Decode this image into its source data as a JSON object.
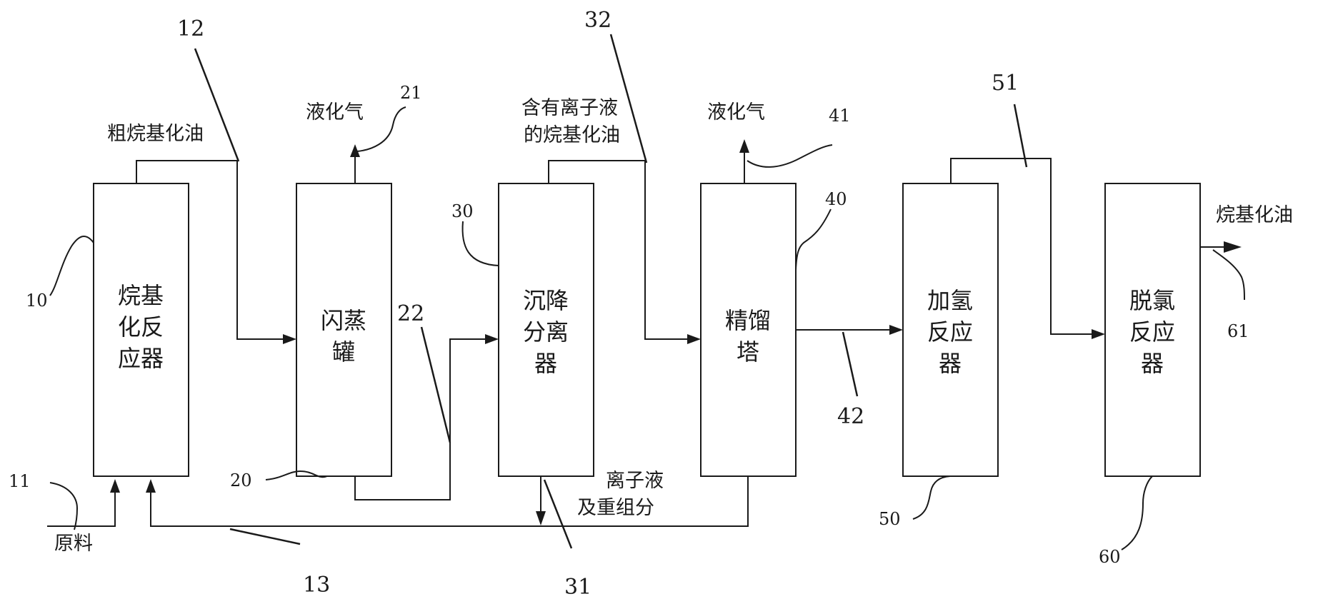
{
  "units": [
    {
      "id": "10",
      "name_lines": [
        "烷基",
        "化反",
        "应器"
      ]
    },
    {
      "id": "20",
      "name_lines": [
        "闪蒸",
        "罐"
      ]
    },
    {
      "id": "30",
      "name_lines": [
        "沉降",
        "分离",
        "器"
      ]
    },
    {
      "id": "40",
      "name_lines": [
        "精馏",
        "塔"
      ]
    },
    {
      "id": "50",
      "name_lines": [
        "加氢",
        "反应",
        "器"
      ]
    },
    {
      "id": "60",
      "name_lines": [
        "脱氯",
        "反应",
        "器"
      ]
    }
  ],
  "streams": {
    "s11": {
      "number": "11",
      "label": "原料"
    },
    "s12": {
      "number": "12",
      "label": "粗烷基化油"
    },
    "s13": {
      "number": "13"
    },
    "s21": {
      "number": "21",
      "label": "液化气"
    },
    "s22": {
      "number": "22"
    },
    "s31": {
      "number": "31",
      "label_lines": [
        "离子液",
        "及重组分"
      ]
    },
    "s32": {
      "number": "32",
      "label_lines": [
        "含有离子液",
        "的烷基化油"
      ]
    },
    "s41": {
      "number": "41",
      "label": "液化气"
    },
    "s42": {
      "number": "42"
    },
    "s51": {
      "number": "51"
    },
    "s61": {
      "number": "61",
      "label": "烷基化油"
    }
  }
}
